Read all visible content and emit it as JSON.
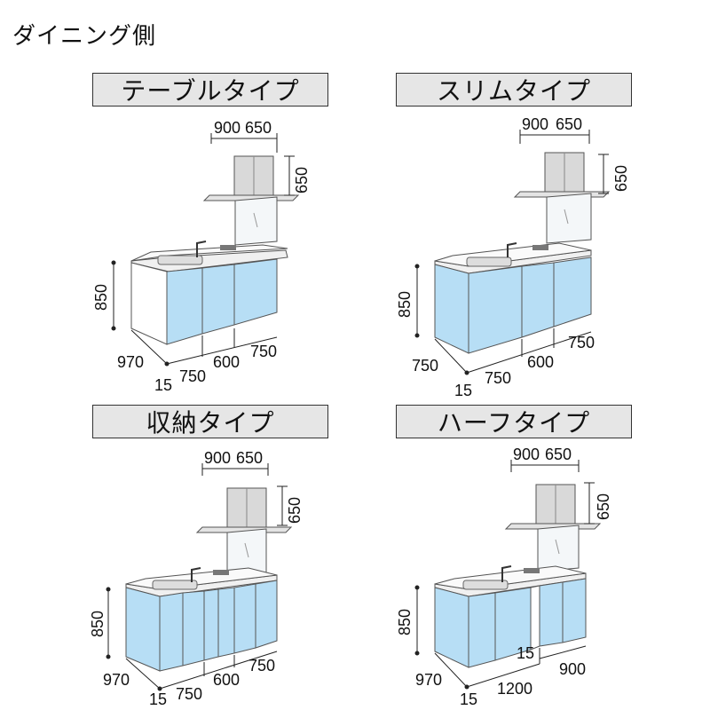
{
  "page_title": "ダイニング側",
  "panels": [
    {
      "label": "テーブルタイプ",
      "dims": {
        "hood_w1": "900",
        "hood_w2": "650",
        "hood_h": "650",
        "height": "850",
        "depth": "970",
        "overhang": "15",
        "w1": "750",
        "w2": "600",
        "w3": "750"
      }
    },
    {
      "label": "スリムタイプ",
      "dims": {
        "hood_w1": "900",
        "hood_w2": "650",
        "hood_h": "650",
        "height": "850",
        "depth": "750",
        "overhang": "15",
        "w1": "750",
        "w2": "600",
        "w3": "750"
      }
    },
    {
      "label": "収納タイプ",
      "dims": {
        "hood_w1": "900",
        "hood_w2": "650",
        "hood_h": "650",
        "height": "850",
        "depth": "970",
        "overhang": "15",
        "w1": "750",
        "w2": "600",
        "w3": "750"
      }
    },
    {
      "label": "ハーフタイプ",
      "dims": {
        "hood_w1": "900",
        "hood_w2": "650",
        "hood_h": "650",
        "height": "850",
        "depth": "970",
        "overhang": "15",
        "w1": "1200",
        "w2": "15",
        "w3": "900"
      }
    }
  ],
  "colors": {
    "cabinet": "#b7def5",
    "label_bg": "#e6e6e6",
    "hood": "#d9d9d9",
    "line": "#333333"
  }
}
